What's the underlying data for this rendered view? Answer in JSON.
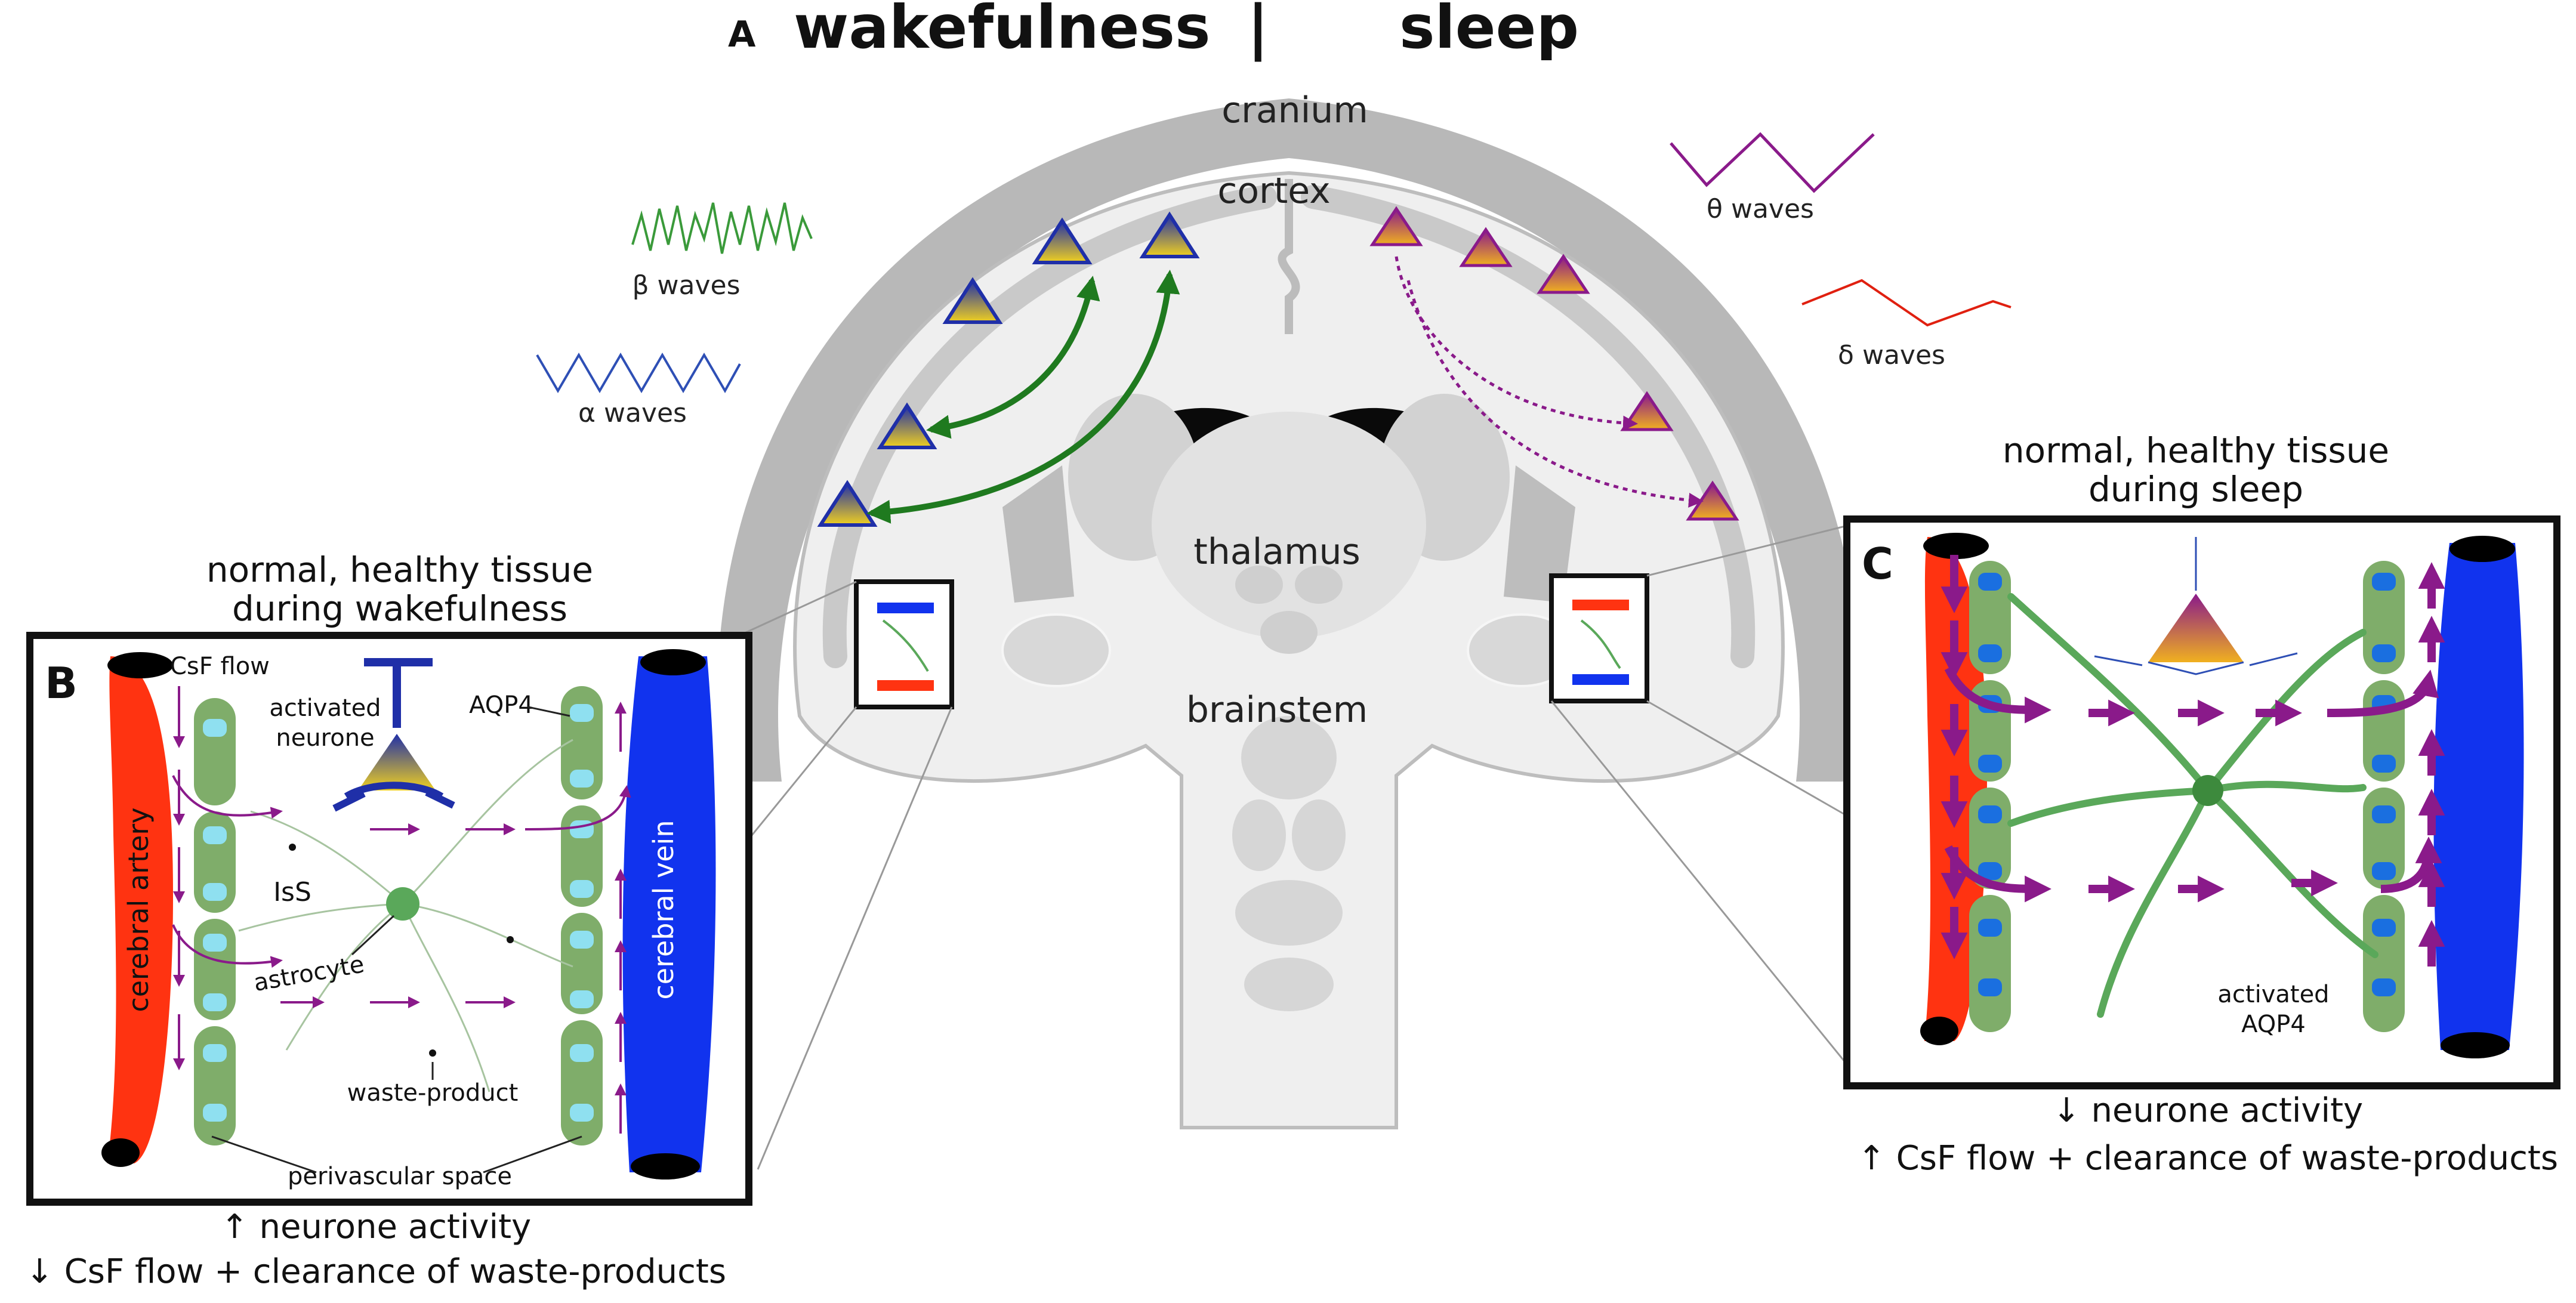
{
  "panel_a": {
    "letter": "A",
    "title_left": "wakefulness",
    "separator": "|",
    "title_right": "sleep",
    "labels": {
      "cranium": "cranium",
      "cortex": "cortex",
      "thalamus": "thalamus",
      "brainstem": "brainstem"
    },
    "waves": {
      "beta": "β waves",
      "alpha": "α waves",
      "theta": "θ waves",
      "delta": "δ waves"
    },
    "colors": {
      "beta": "#3a9a3a",
      "alpha": "#2e4fb5",
      "theta": "#8a1a8a",
      "delta": "#e02010",
      "connection_wake": "#1f7a1f",
      "connection_sleep": "#8a1a8a"
    }
  },
  "panel_b": {
    "letter": "B",
    "heading_line1": "normal, healthy tissue",
    "heading_line2": "during wakefulness",
    "labels": {
      "csf_flow": "CsF flow",
      "activated_neurone_line1": "activated",
      "activated_neurone_line2": "neurone",
      "aqp4": "AQP4",
      "iss": "IsS",
      "astrocyte": "astrocyte",
      "waste_product": "waste-product",
      "perivascular_space": "perivascular space",
      "cerebral_artery": "cerebral artery",
      "cerebral_vein": "cerebral vein"
    },
    "footer_line1": "↑ neurone activity",
    "footer_line2": "↓ CsF flow + clearance of waste-products"
  },
  "panel_c": {
    "letter": "C",
    "heading_line1": "normal, healthy tissue",
    "heading_line2": "during sleep",
    "labels": {
      "activated_aqp4_line1": "activated",
      "activated_aqp4_line2": "AQP4"
    },
    "footer_line1": "↓ neurone activity",
    "footer_line2": "↑ CsF flow + clearance of waste-products"
  },
  "colors": {
    "artery": "#ff3311",
    "vein": "#1133ee",
    "perivascular": "#7fad6a",
    "aqp4_inactive": "#8fe0f0",
    "aqp4_active": "#1a6fe0",
    "flow_arrow": "#8a1a8a",
    "astrocyte": "#5aa85a",
    "brain_grey": "#d4d4d4"
  }
}
